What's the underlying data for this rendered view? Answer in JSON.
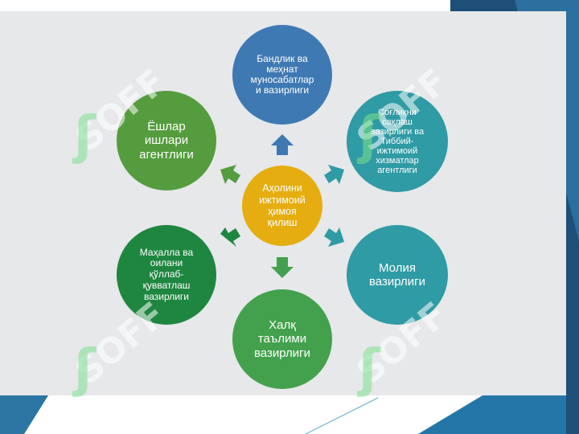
{
  "center": {
    "label": "Аҳолини\nижтимоий\nҳимоя\nқилиш"
  },
  "nodes": {
    "top": "Бандлик ва\nмеҳнат\nмуносабатлар\nи вазирлиги",
    "top_right": "Соғлиқни\nсақлаш\nвазирлиги ва\nТиббий-\nижтимоий\nхизматлар\nагентлиги",
    "bottom_right": "Молия\nвазирлиги",
    "bottom": "Халқ\nтаълими\nвазирлиги",
    "bottom_left": "Маҳалла ва\nоилани\nқўллаб-\nқувватлаш\nвазирлиги",
    "top_left": "Ёшлар\nишлари\nагентлиги"
  },
  "watermark": {
    "text": "SOFF"
  },
  "colors": {
    "blue": "#3f79b3",
    "teal": "#2f9ba4",
    "green": "#43a14d",
    "dark_green": "#1f8640",
    "olive_green": "#559c3e",
    "gold": "#e5ad0f"
  }
}
